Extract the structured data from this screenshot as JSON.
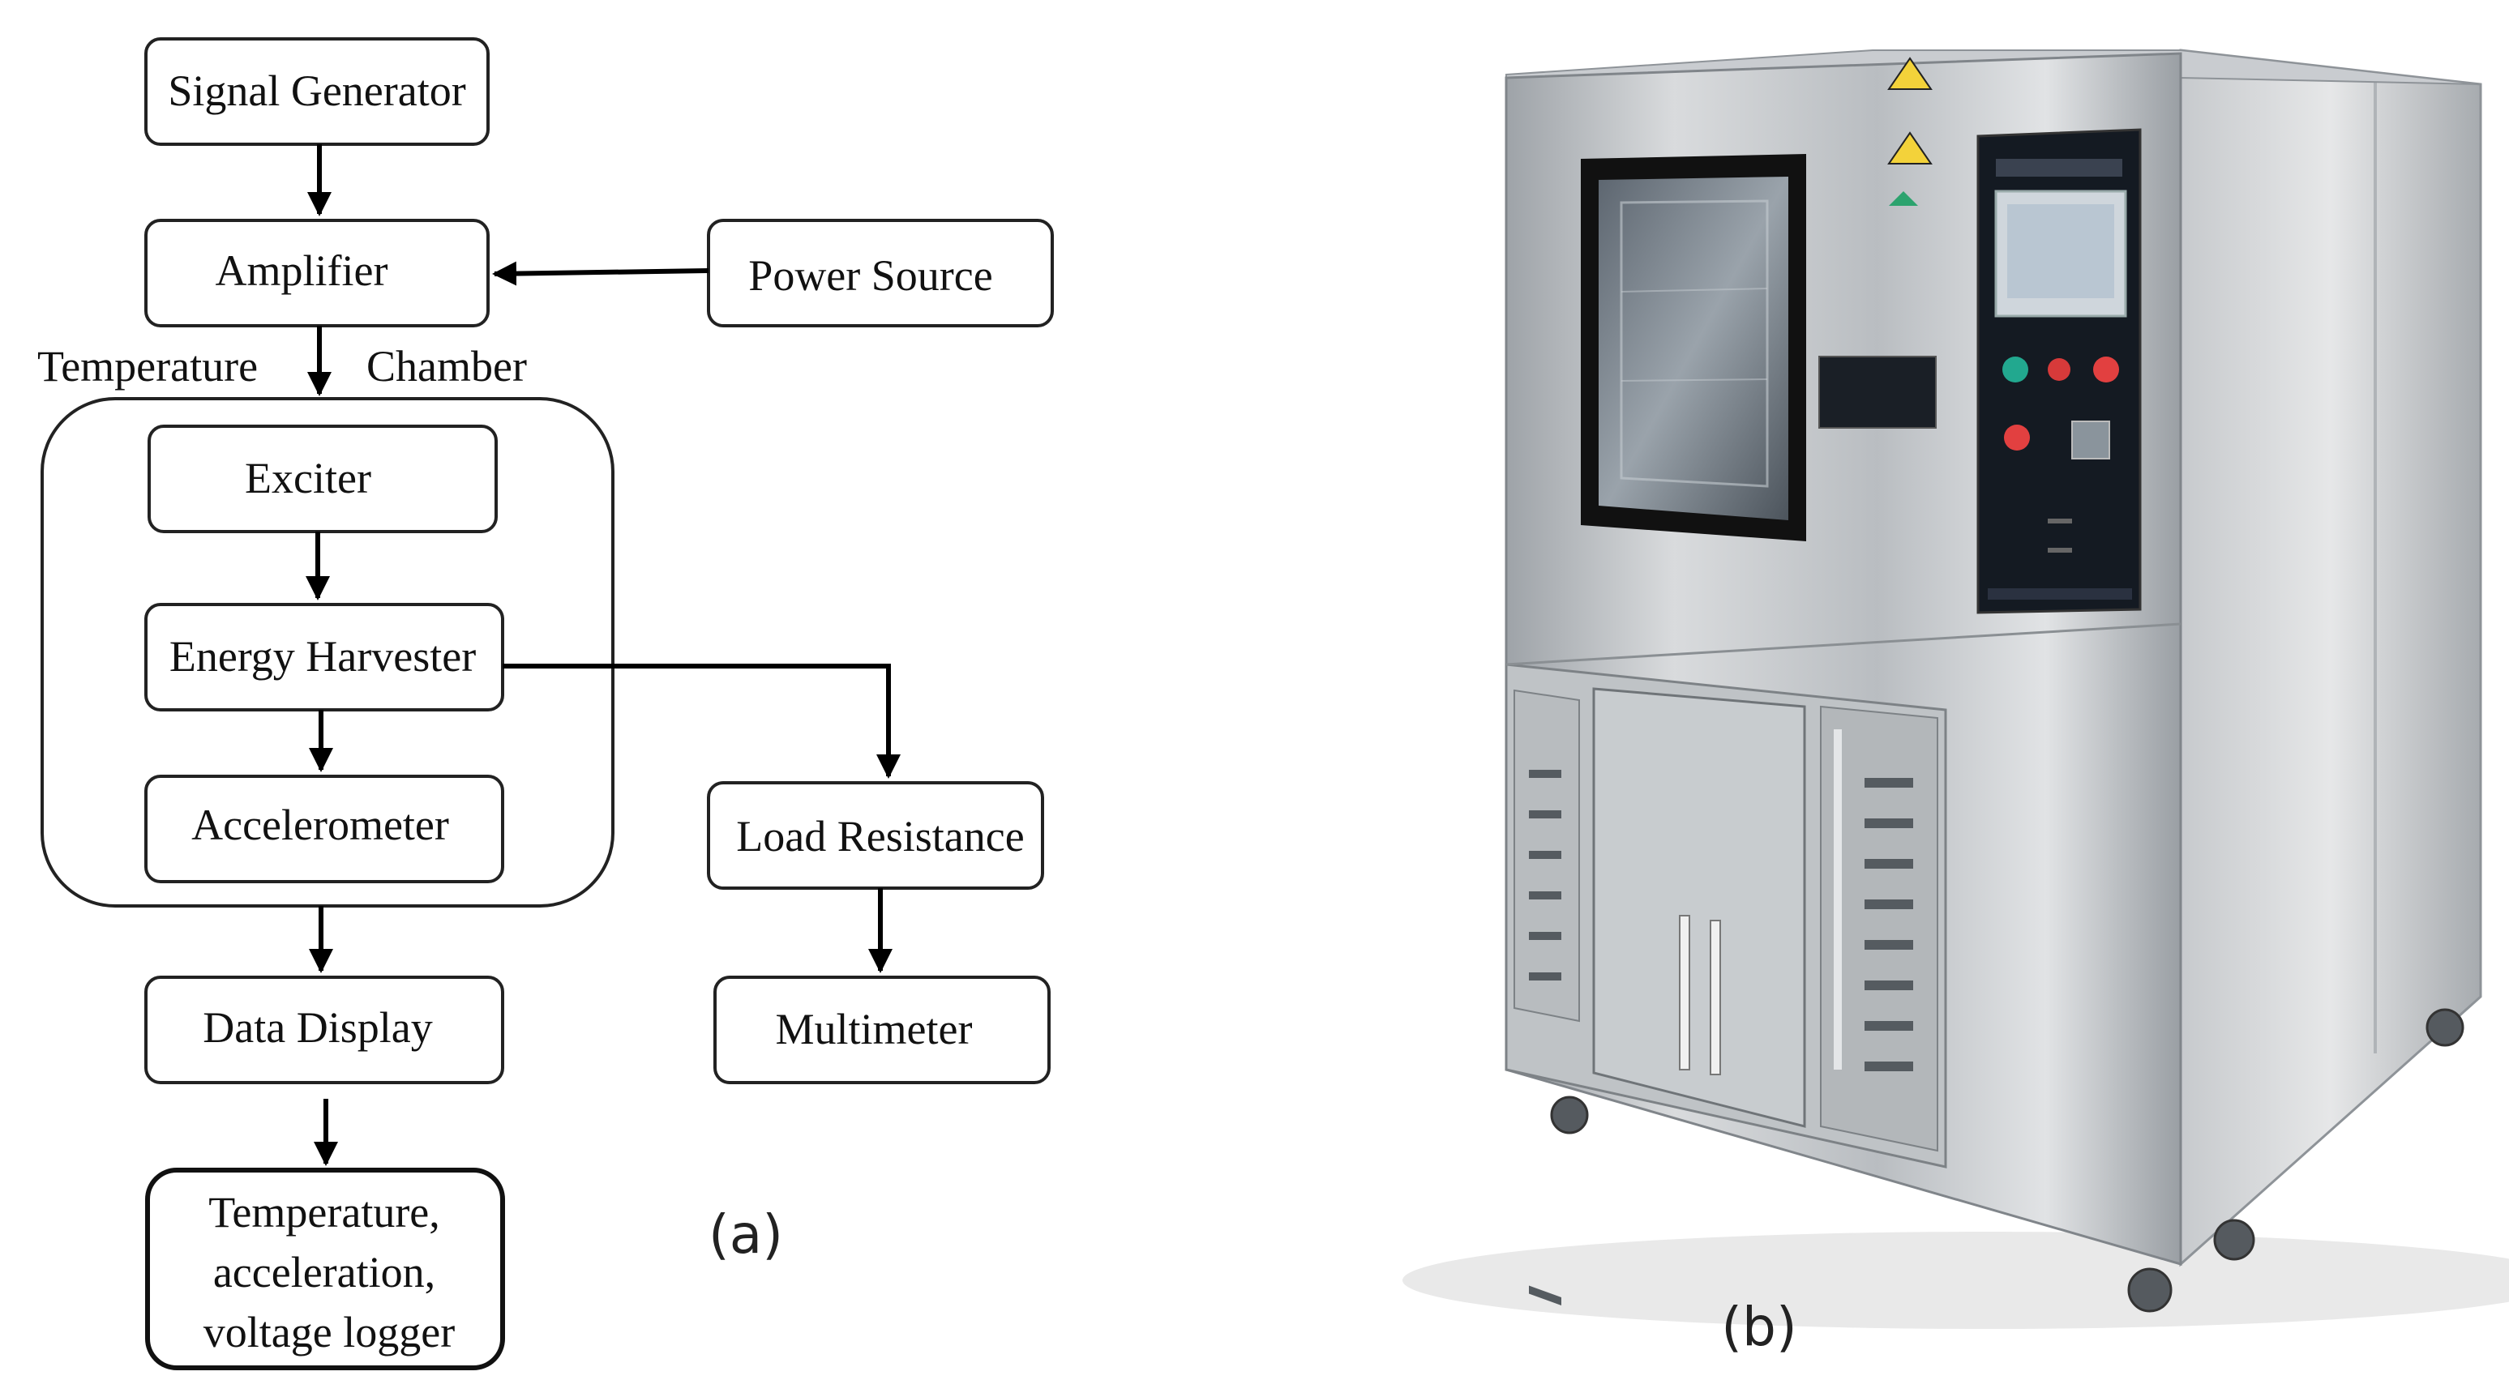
{
  "diagram": {
    "nodes": {
      "signal_generator": "Signal Generator",
      "amplifier": "Amplifier",
      "power_source": "Power Source",
      "exciter": "Exciter",
      "energy_harvester": "Energy Harvester",
      "accelerometer": "Accelerometer",
      "load_resistance": "Load Resistance",
      "data_display": "Data Display",
      "multimeter": "Multimeter",
      "logger": [
        "Temperature,",
        "acceleration,",
        "voltage logger"
      ]
    },
    "chamber_label_left": "Temperature",
    "chamber_label_right": "Chamber",
    "edges": [
      [
        "signal_generator",
        "amplifier"
      ],
      [
        "power_source",
        "amplifier"
      ],
      [
        "amplifier",
        "exciter"
      ],
      [
        "exciter",
        "energy_harvester"
      ],
      [
        "energy_harvester",
        "accelerometer"
      ],
      [
        "energy_harvester",
        "load_resistance"
      ],
      [
        "load_resistance",
        "multimeter"
      ],
      [
        "accelerometer",
        "data_display"
      ],
      [
        "data_display",
        "logger"
      ]
    ]
  },
  "panel_labels": {
    "a": "(a)",
    "b": "(b)"
  },
  "photo": {
    "subject": "environmental-test-chamber-photo",
    "colors": {
      "steel_light": "#d6d8da",
      "steel_mid": "#a9adb1",
      "steel_dark": "#6e7378",
      "panel_black": "#141a22",
      "screen": "#b9c6d2"
    }
  }
}
